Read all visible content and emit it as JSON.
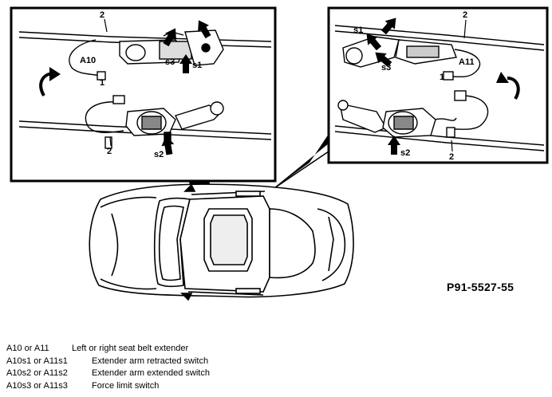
{
  "diagram": {
    "reference_code": "P91-5527-55",
    "left_inset_labels": {
      "top_connector": "2",
      "component": "A10",
      "plug": "1",
      "s3": "s3",
      "s1": "s1",
      "bottom_connector": "2",
      "s2": "s2"
    },
    "right_inset_labels": {
      "top_connector": "2",
      "s1": "s1",
      "s3": "s3",
      "component": "A11",
      "plug": "1",
      "s2": "s2",
      "bottom_connector": "2"
    }
  },
  "legend": [
    {
      "code": "A10 or A11",
      "description": "Left or right seat belt extender"
    },
    {
      "code": "A10s1 or A11s1",
      "description": "Extender arm retracted switch"
    },
    {
      "code": "A10s2 or A11s2",
      "description": "Extender arm extended switch"
    },
    {
      "code": "A10s3 or A11s3",
      "description": "Force limit switch"
    }
  ]
}
